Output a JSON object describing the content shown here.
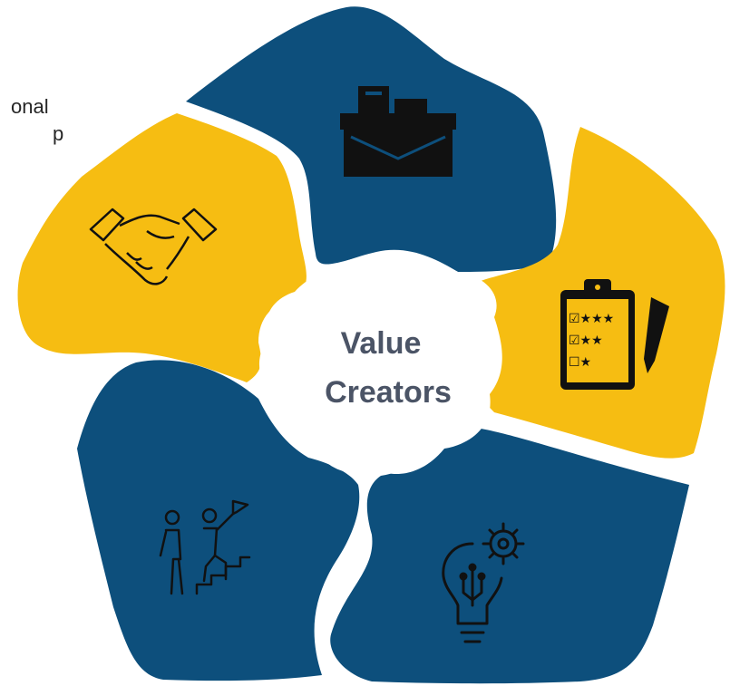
{
  "side_text": {
    "line1": "onal",
    "line2": "p"
  },
  "center": {
    "line1": "Value",
    "line2": "Creators"
  },
  "segments": [
    {
      "id": "top",
      "color": "#0d4f7c",
      "icon": "supply-box-icon"
    },
    {
      "id": "right",
      "color": "#f6bd12",
      "icon": "rating-clipboard-icon"
    },
    {
      "id": "bottom-right",
      "color": "#0d4f7c",
      "icon": "idea-lightbulb-gear-icon"
    },
    {
      "id": "bottom-left",
      "color": "#0d4f7c",
      "icon": "career-steps-flag-icon"
    },
    {
      "id": "left",
      "color": "#f6bd12",
      "icon": "handshake-icon"
    }
  ],
  "colors": {
    "navy": "#0d4f7c",
    "gold": "#f6bd12",
    "center_fill": "#ffffff",
    "center_text": "#4b5466",
    "icon_stroke": "#111111"
  }
}
